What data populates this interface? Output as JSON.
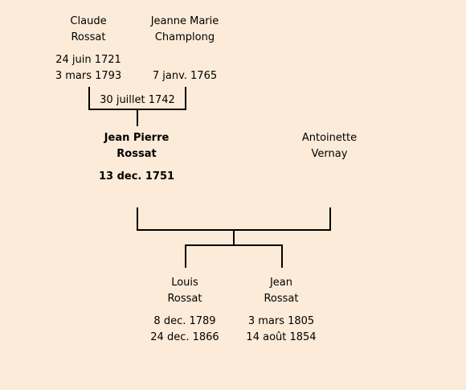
{
  "people": {
    "claude": {
      "first": "Claude",
      "last": "Rossat",
      "birth": "24 juin 1721",
      "death": "3 mars 1793"
    },
    "jeanne": {
      "first": "Jeanne Marie",
      "last": "Champlong",
      "death": "7 janv. 1765"
    },
    "jean_pierre": {
      "first": "Jean Pierre",
      "last": "Rossat",
      "birth": "13 dec. 1751"
    },
    "antoinette": {
      "first": "Antoinette",
      "last": "Vernay"
    },
    "louis": {
      "first": "Louis",
      "last": "Rossat",
      "birth": "8 dec. 1789",
      "death": "24 dec. 1866"
    },
    "jean": {
      "first": "Jean",
      "last": "Rossat",
      "birth": "3 mars 1805",
      "death": "14 août 1854"
    }
  },
  "unions": {
    "claude_jeanne": {
      "date": "30 juillet 1742"
    }
  }
}
